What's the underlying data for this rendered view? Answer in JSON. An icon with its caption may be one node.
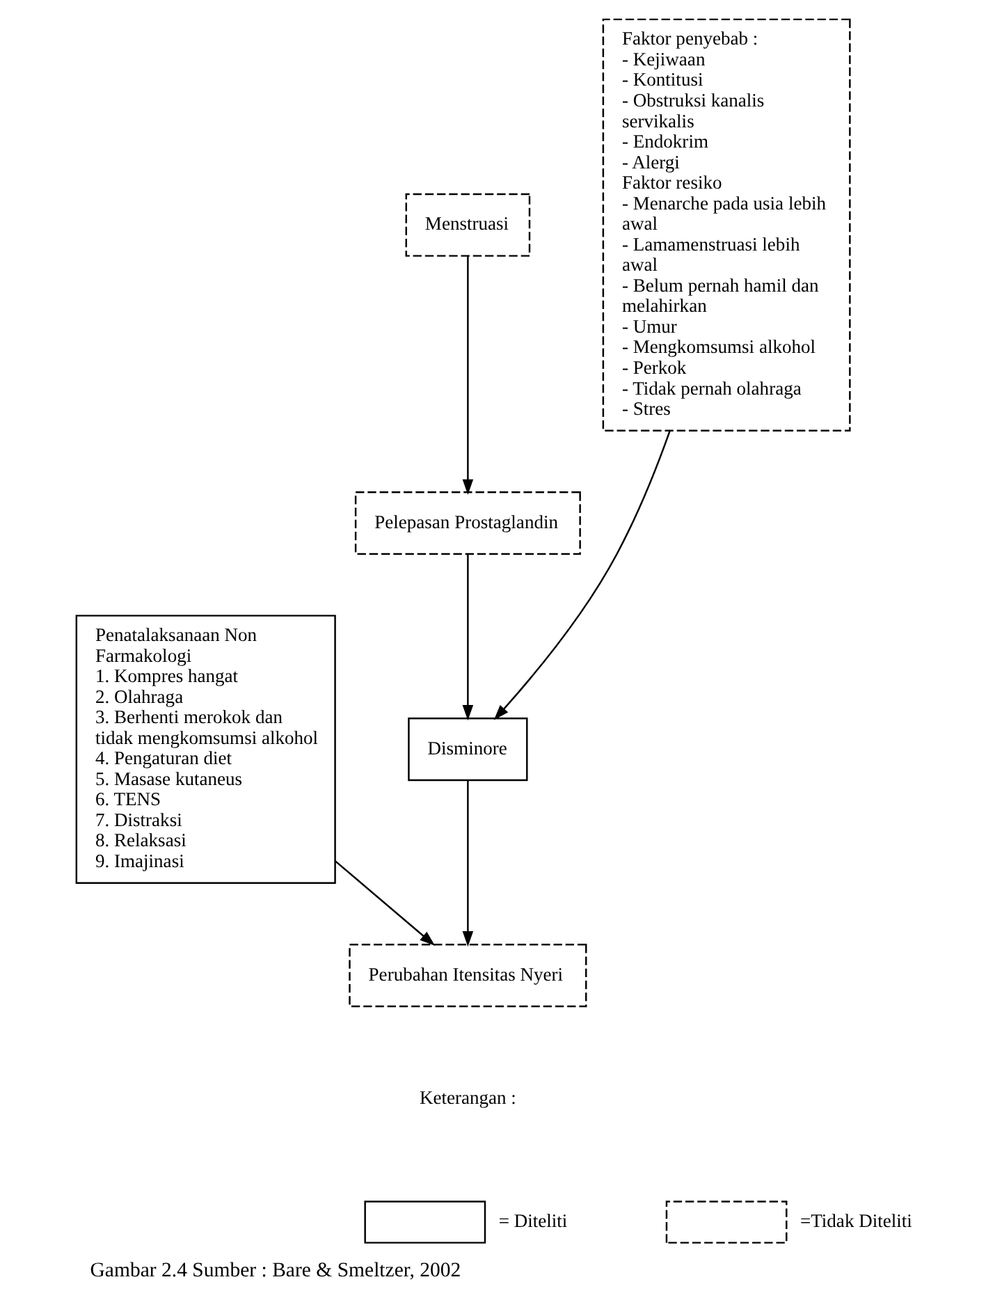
{
  "diagram": {
    "caption": "Gambar 2.4 Sumber : Bare & Smeltzer, 2002",
    "nodes": [
      {
        "text": [
          "Menstruasi"
        ]
      },
      {
        "text": [
          "Pelepasan Prostaglandin"
        ]
      },
      {
        "text": [
          "Disminore"
        ]
      },
      {
        "text": [
          "Faktor penyebab :",
          "- Kejiwaan",
          "- Kontitusi",
          "- Obstruksi kanalis servikalis",
          "- Endokrim",
          "- Alergi",
          "Faktor resiko",
          "- Menarche pada usia lebih awal",
          "- Lamamenstruasi lebih awal",
          "- Belum pernah hamil dan melahirkan",
          "- Umur",
          "- Mengkomsumsi alkohol",
          "- Perkok",
          "- Tidak pernah olahraga",
          "- Stres"
        ]
      },
      {
        "text": [
          "Penatalaksanaan Non Farmakologi",
          "1. Kompres hangat",
          "2. Olahraga",
          "3. Berhenti merokok dan tidak mengkomsumsi alkohol",
          "4. Pengaturan diet",
          "5. Masase kutaneus",
          "6. TENS",
          "7. Distraksi",
          "8. Relaksasi",
          "9. Imajinasi"
        ]
      },
      {
        "text": [
          "Perubahan Itensitas Nyeri"
        ]
      }
    ],
    "edges": [
      {
        "from": 0,
        "to": 1,
        "arrow": "to"
      },
      {
        "from": 1,
        "to": 2,
        "arrow": "to"
      },
      {
        "from": 2,
        "to": 5,
        "arrow": "to"
      },
      {
        "from": 3,
        "to": 2,
        "arrow": "to"
      },
      {
        "from": 4,
        "to": 5,
        "arrow": "to"
      }
    ],
    "labels": [
      "Keterangan :"
    ],
    "legend": [
      {
        "text": "= Diteliti"
      },
      {
        "text": "=Tidak Diteliti"
      }
    ]
  }
}
